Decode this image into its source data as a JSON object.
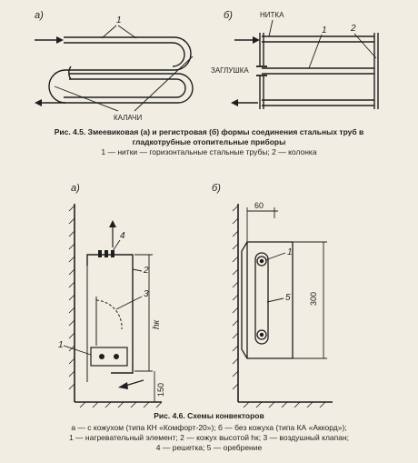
{
  "fig45": {
    "label_a": "а)",
    "label_b": "б)",
    "num_1": "1",
    "num_2": "2",
    "label_nitka": "НИТКА",
    "label_zaglushka": "ЗАГЛУШКА",
    "label_kalachi": "КАЛАЧИ",
    "caption_title": "Рис. 4.5. Змеевиковая (а) и регистровая (б) формы соединения стальных труб в",
    "caption_title2": "гладкотрубные отопительные приборы",
    "caption_legend": "1 — нитки — горизонтальные стальные трубы; 2 — колонка"
  },
  "fig46": {
    "label_a": "а)",
    "label_b": "б)",
    "num_1": "1",
    "num_2": "2",
    "num_3": "3",
    "num_4": "4",
    "num_5": "5",
    "dim_hk": "hк",
    "dim_150": "150",
    "dim_60": "60",
    "dim_300": "300",
    "caption_title": "Рис. 4.6. Схемы конвекторов",
    "caption_line1": "а — с кожухом (типа КН «Комфорт-20»); б — без кожуха (типа КА «Аккорд»);",
    "caption_line2": "1 — нагревательный элемент; 2 — кожух высотой hк; 3 — воздушный клапан;",
    "caption_line3": "4 — решетка; 5 — оребрение"
  },
  "colors": {
    "ink": "#1e1e1e",
    "paper": "#f1ede2"
  }
}
